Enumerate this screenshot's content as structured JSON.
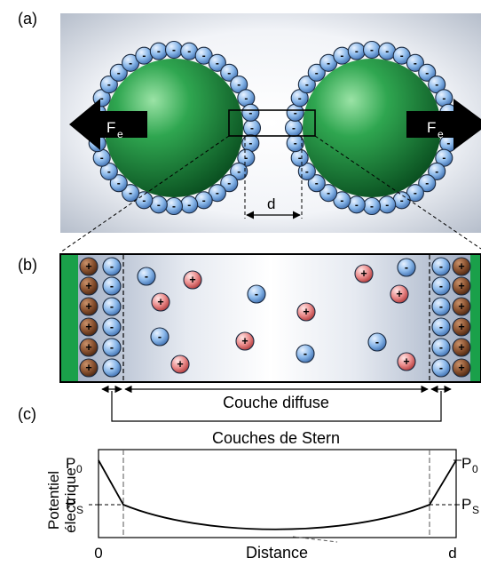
{
  "panels": {
    "a": "(a)",
    "b": "(b)",
    "c": "(c)"
  },
  "top": {
    "force_label": "F",
    "force_subscript": "e",
    "distance_label": "d",
    "ion_minus": "-",
    "ion_plus": "+"
  },
  "middle": {
    "diffuse_label": "Couche diffuse",
    "stern_label": "Couches de Stern"
  },
  "plot": {
    "ylabel_line1": "Potentiel",
    "ylabel_line2": "électrique",
    "xlabel": "Distance",
    "x_tick_start": "0",
    "x_tick_end": "d",
    "p0": "P",
    "p0_sub": "0",
    "ps": "P",
    "ps_sub": "S"
  },
  "colors": {
    "sphere": "#1a8a3a",
    "negative_ion": "#7fb0e6",
    "positive_ion": "#e77a7a",
    "stern_positive": "#7a4a2a",
    "wall": "#1aa04a"
  }
}
